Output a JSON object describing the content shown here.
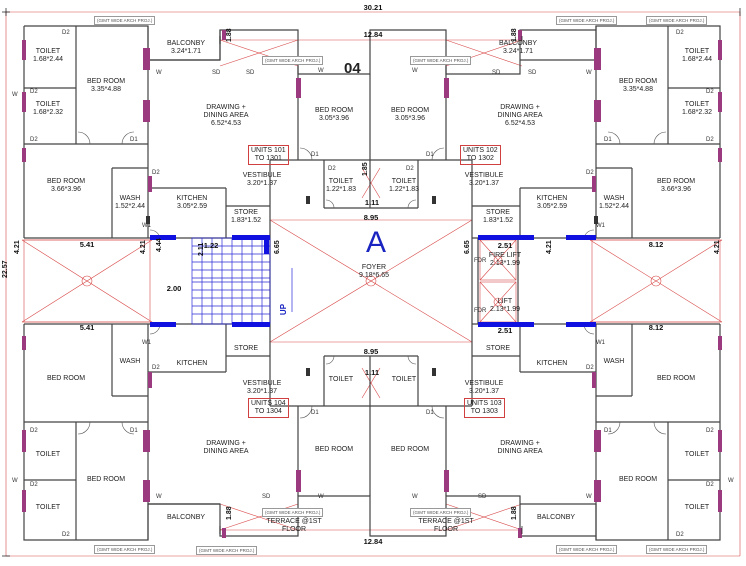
{
  "overall": {
    "width_top": "30.21",
    "height_left": "22.57",
    "inner_top": "12.84",
    "inner_bottom": "12.84",
    "floor_number": "04",
    "wing_letter": "A",
    "up_label": "UP",
    "projection_note": "(GIMT WIDE ARCH PROJ.)"
  },
  "dimensions": {
    "d_1_88": "1.88",
    "d_8_95": "8.95",
    "d_5_41": "5.41",
    "d_8_12": "8.12",
    "d_2_51": "2.51",
    "d_2_00": "2.00",
    "d_1_22": "1.22",
    "d_4_21": "4.21",
    "d_4_44": "4.44",
    "d_6_65": "6.65",
    "d_2_11": "2.11",
    "d_1_11": "1.11",
    "d_1_85": "1.85"
  },
  "rooms": {
    "toilet_1": {
      "name": "TOILET",
      "size": "1.68*2.44"
    },
    "toilet_2": {
      "name": "TOILET",
      "size": "1.68*2.32"
    },
    "bed_main": {
      "name": "BED ROOM",
      "size": "3.35*4.88"
    },
    "balcony": {
      "name": "BALCONBY",
      "size": "3.24*1.71"
    },
    "drawing": {
      "name": "DRAWING +\nDINING AREA",
      "size": "6.52*4.53"
    },
    "bed_mid": {
      "name": "BED ROOM",
      "size": "3.05*3.96"
    },
    "bed_side": {
      "name": "BED ROOM",
      "size": "3.66*3.96"
    },
    "wash": {
      "name": "WASH",
      "size": "1.52*2.44"
    },
    "kitchen": {
      "name": "KITCHEN",
      "size": "3.05*2.59"
    },
    "vestibule": {
      "name": "VESTIBULE",
      "size": "3.20*1.37"
    },
    "store": {
      "name": "STORE",
      "size": "1.83*1.52"
    },
    "toilet_small": {
      "name": "TOILET",
      "size": "1.22*1.83"
    },
    "foyer": {
      "name": "FOYER",
      "size": "9.18*6.65"
    },
    "fire_lift": {
      "name": "FIRE LIFT",
      "size": "2.13*1.99"
    },
    "lift": {
      "name": "LIFT",
      "size": "2.13*1.99"
    },
    "terrace": {
      "name": "TERRACE @1ST\nFLOOR"
    },
    "bed_plain": {
      "name": "BED ROOM"
    },
    "drawing_plain": {
      "name": "DRAWING +\nDINING AREA"
    },
    "toilet_plain": {
      "name": "TOILET"
    },
    "wash_plain": {
      "name": "WASH"
    },
    "kitchen_plain": {
      "name": "KITCHEN"
    },
    "store_plain": {
      "name": "STORE"
    },
    "balcony_plain": {
      "name": "BALCONBY"
    }
  },
  "units": {
    "u101": "UNITS 101\nTO 1301",
    "u102": "UNITS 102\nTO 1302",
    "u104": "UNITS 104\nTO 1304",
    "u103": "UNITS 103\nTO 1303"
  },
  "tags": {
    "d1": "D1",
    "d2": "D2",
    "w": "W",
    "w1": "W1",
    "sd": "SD",
    "fdr": "FDR"
  },
  "colors": {
    "wall": "#444444",
    "grid": "#d84848",
    "column": "#9b3a7e",
    "stair": "#2a2ad8",
    "beam": "#1010e0",
    "letter": "#1a24c0"
  }
}
